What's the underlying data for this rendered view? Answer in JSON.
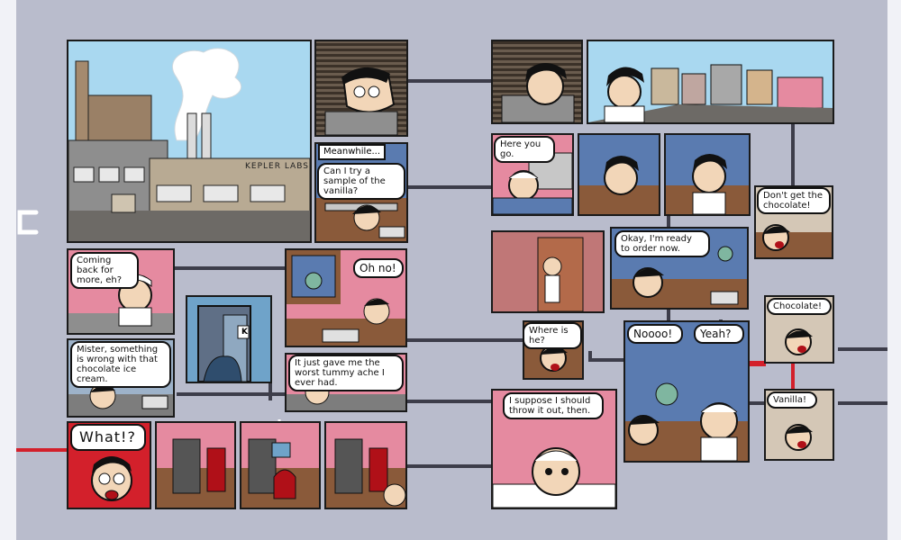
{
  "panels": {
    "factory_sign": "KEPLER LABS",
    "door_sign": "K"
  },
  "captions": {
    "meanwhile": "Meanwhile..."
  },
  "bubbles": {
    "can_i_try": "Can I try a sample of the vanilla?",
    "coming_back": "Coming back for more, eh?",
    "oh_no": "Oh no!",
    "mister_something": "Mister, something is wrong with that chocolate ice cream.",
    "worst_tummy": "It just gave me the worst tummy ache I ever had.",
    "what": "What!?",
    "here_you_go": "Here you go.",
    "dont_get": "Don't get the chocolate!",
    "ready_to_order": "Okay, I'm ready to order now.",
    "where_is_he": "Where is he?",
    "noooo": "Noooo!",
    "yeah": "Yeah?",
    "chocolate": "Chocolate!",
    "vanilla": "Vanilla!",
    "throw_it_out": "I suppose I should throw it out, then."
  },
  "colors": {
    "background": "#b9bccc",
    "sky": "#a9d8f0",
    "pink_wall": "#e58aa0",
    "wood": "#8a5a3a",
    "red_shirt": "#d3202b"
  }
}
